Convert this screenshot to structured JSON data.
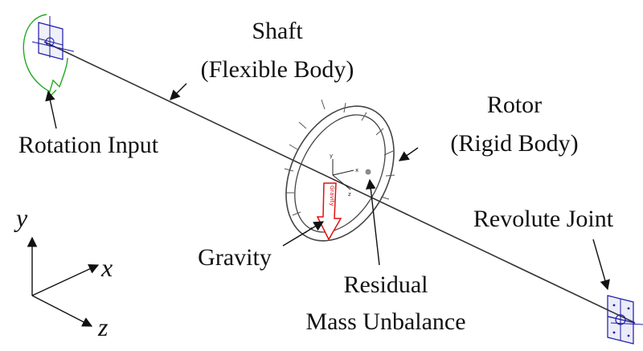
{
  "labels": {
    "shaft_line1": "Shaft",
    "shaft_line2": "(Flexible Body)",
    "rotor_line1": "Rotor",
    "rotor_line2": "(Rigid Body)",
    "rotation_input": "Rotation Input",
    "revolute_joint": "Revolute Joint",
    "gravity": "Gravity",
    "residual_line1": "Residual",
    "residual_line2": "Mass Unbalance"
  },
  "axes": {
    "y": "y",
    "x": "x",
    "z": "z"
  },
  "markers": {
    "gravity_tag": "Gravity",
    "triad_x": "x",
    "triad_y": "y",
    "triad_z": "z"
  },
  "colors": {
    "shaft_line": "#333333",
    "joint_blue": "#1a1aa6",
    "rotation_green": "#22aa22",
    "gravity_red": "#e01010",
    "unbalance_gray": "#8a8a8a"
  },
  "icons": [
    "rotation-input-arrow-icon",
    "revolute-joint-icon",
    "gravity-arrow-icon",
    "unbalance-dot-icon"
  ]
}
